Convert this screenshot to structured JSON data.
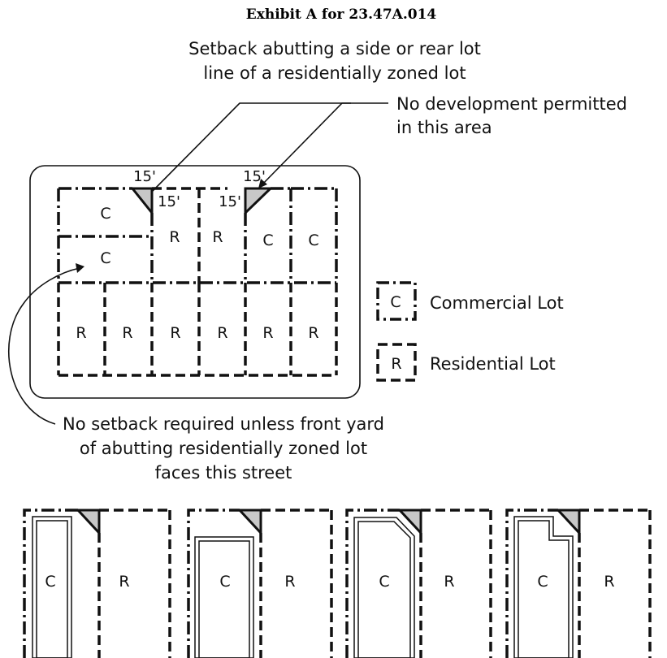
{
  "title": "Exhibit A for 23.47A.014",
  "callouts": {
    "setback_line1": "Setback abutting a side or rear lot",
    "setback_line2": "line of a residentially zoned lot",
    "nodev_line1": "No development permitted",
    "nodev_line2": "in this area",
    "nosetback_line1": "No setback required unless front yard",
    "nosetback_line2": "of abutting residentially zoned lot",
    "nosetback_line3": "faces this street"
  },
  "dimensions": [
    "15'",
    "15'",
    "15'",
    "15'"
  ],
  "block_lots": {
    "c_top": "C",
    "c_mid": "C",
    "r_mid1": "R",
    "r_mid2": "R",
    "c_mid3": "C",
    "c_mid4": "C",
    "bottom_row": [
      "R",
      "R",
      "R",
      "R",
      "R",
      "R"
    ]
  },
  "legend": {
    "commercial_symbol": "C",
    "commercial_label": "Commercial Lot",
    "residential_symbol": "R",
    "residential_label": "Residential Lot"
  },
  "examples": [
    {
      "c": "C",
      "r": "R"
    },
    {
      "c": "C",
      "r": "R"
    },
    {
      "c": "C",
      "r": "R"
    },
    {
      "c": "C",
      "r": "R"
    }
  ]
}
